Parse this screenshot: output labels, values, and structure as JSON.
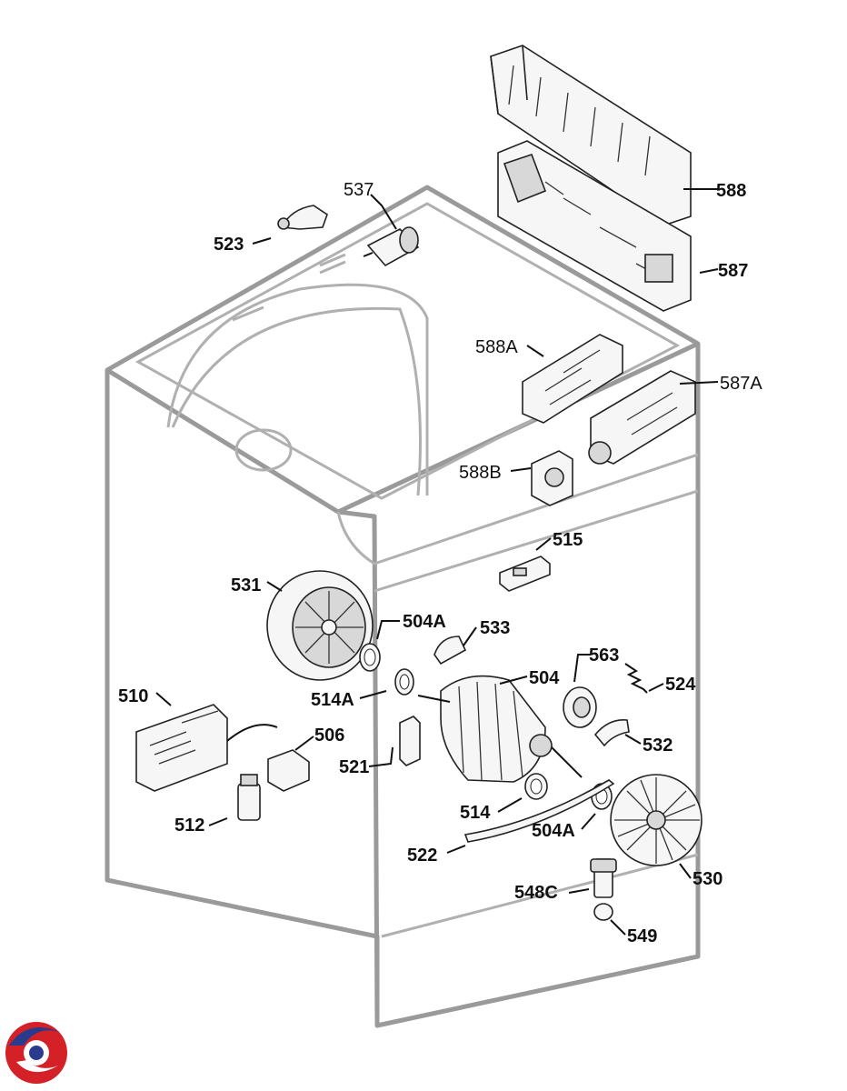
{
  "colors": {
    "cabinet": "#9a9a9a",
    "part": "#222222",
    "label": "#111111",
    "logo_red": "#d42027",
    "logo_blue": "#2a3a8c"
  },
  "labels": {
    "l537": "537",
    "l523": "523",
    "l588": "588",
    "l587": "587",
    "l588A": "588A",
    "l587A": "587A",
    "l588B": "588B",
    "l515": "515",
    "l531": "531",
    "l504A_top": "504A",
    "l533": "533",
    "l563": "563",
    "l504": "504",
    "l524": "524",
    "l514A": "514A",
    "l510": "510",
    "l506": "506",
    "l521": "521",
    "l532": "532",
    "l514": "514",
    "l512": "512",
    "l504A_bot": "504A",
    "l522": "522",
    "l530": "530",
    "l548C": "548C",
    "l549": "549"
  },
  "logo": {
    "icon": "brand-swirl-icon"
  }
}
